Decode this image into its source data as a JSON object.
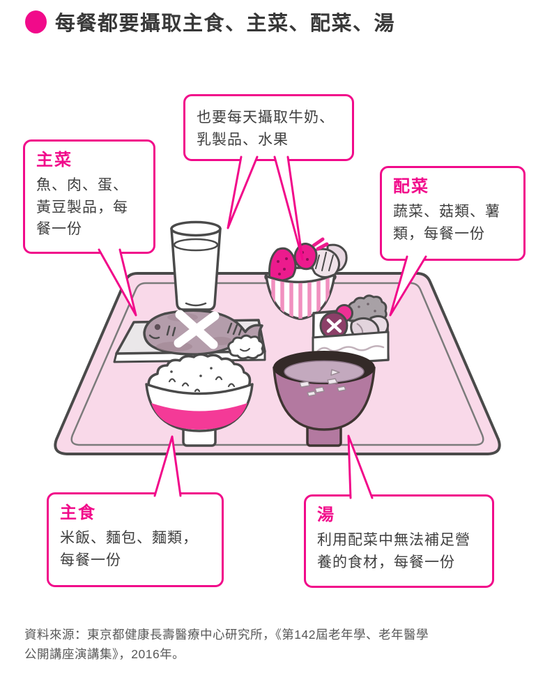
{
  "header": {
    "title": "每餐都要攝取主食、主菜、配菜、湯",
    "bullet_icon": "pink-circle"
  },
  "callouts": {
    "dairy": {
      "lines": [
        "也要每天攝取牛奶、",
        "乳製品、水果"
      ]
    },
    "main_dish": {
      "title": "主菜",
      "lines": [
        "魚、肉、蛋、",
        "黃豆製品，每",
        "餐一份"
      ]
    },
    "side_dish": {
      "title": "配菜",
      "lines": [
        "蔬菜、菇類、薯",
        "類，每餐一份"
      ]
    },
    "staple": {
      "title": "主食",
      "lines": [
        "米飯、麵包、麵類，",
        "每餐一份"
      ]
    },
    "soup": {
      "title": "湯",
      "lines": [
        "利用配菜中無法補足營",
        "養的食材，每餐一份"
      ]
    }
  },
  "illustration": {
    "items": [
      "serving-tray",
      "milk-glass",
      "fruit-bowl",
      "grilled-fish-plate",
      "side-dish-box",
      "rice-bowl",
      "soup-bowl"
    ]
  },
  "footer": {
    "lines": [
      "資料來源：東京都健康長壽醫療中心研究所，《第142屆老年學、老年醫學",
      "公開講座演講集》，2016年。"
    ]
  },
  "colors": {
    "accent": "#f10a8a",
    "tray": "#f9d9e9",
    "outline": "#4a4a4a",
    "rice_bowl_band": "#f43a97",
    "soup_bowl_body": "#b379a0",
    "soup_bowl_rim": "#342a28",
    "soup_liquid": "#c3a9be",
    "fish": "#b49dab",
    "berry": "#ec1b8d",
    "bowl_stripe": "#f190bf",
    "body_text": "#3f3f3f",
    "footer_text": "#585858"
  }
}
